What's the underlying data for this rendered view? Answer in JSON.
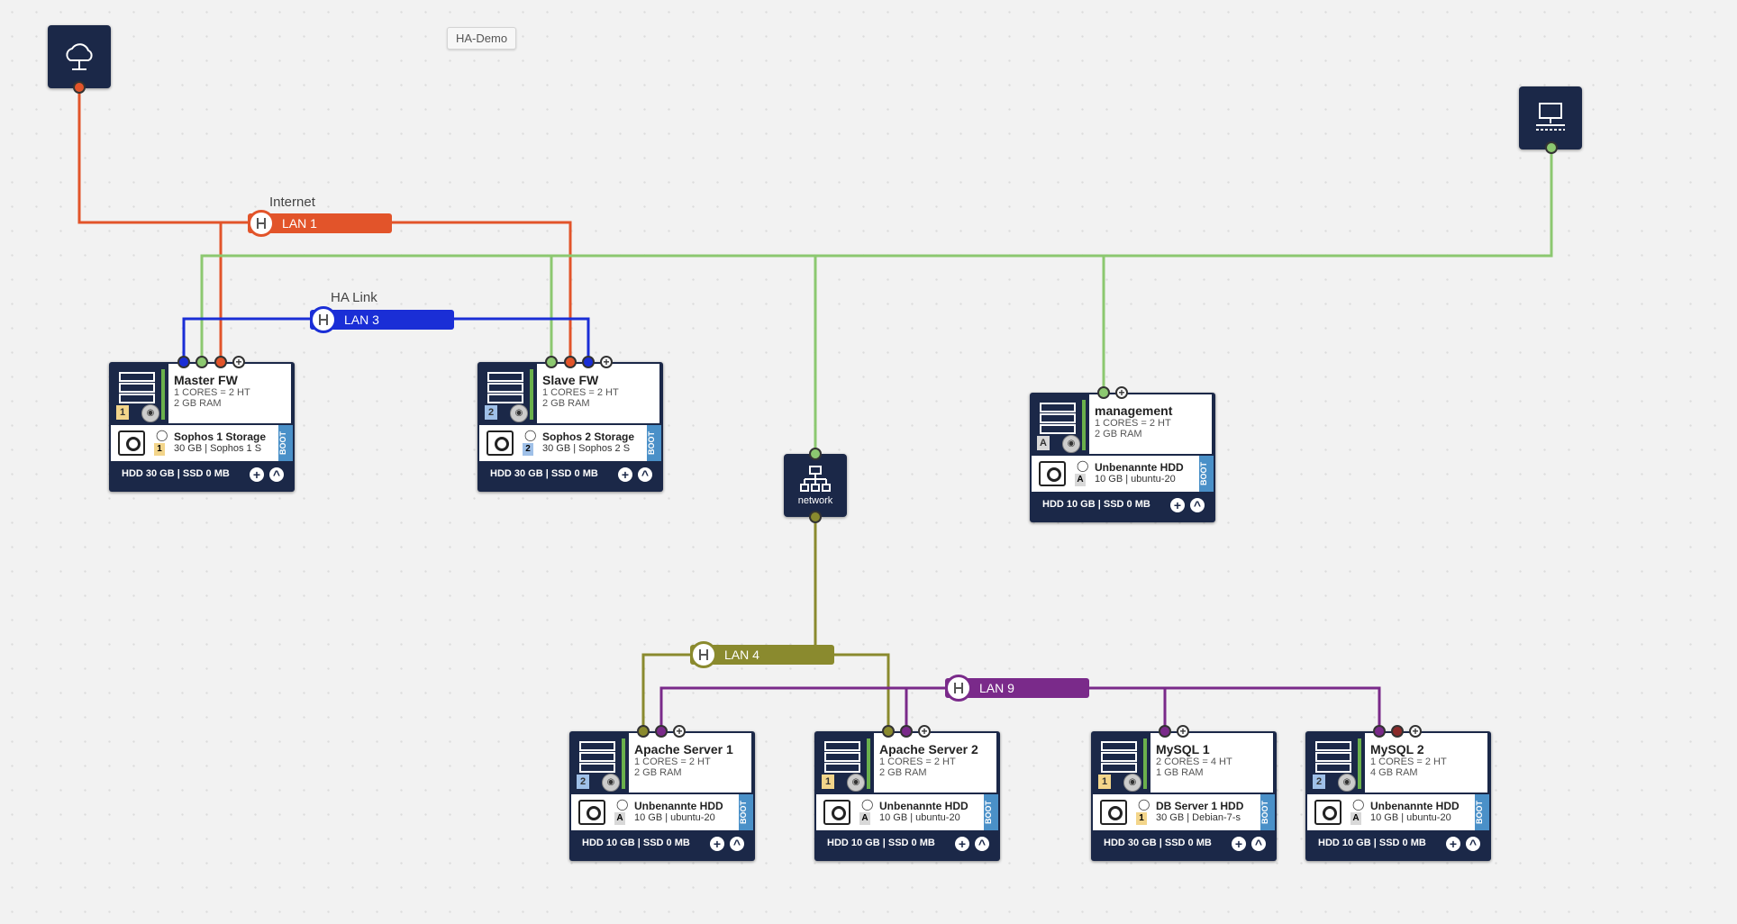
{
  "canvas": {
    "title": "HA-Demo"
  },
  "colors": {
    "lan1": "#e2542a",
    "lan3": "#1a2ed6",
    "lan4": "#8a8a2e",
    "lan9": "#7a2a8a",
    "green": "#8cc870",
    "tile_bg": "#1b2848",
    "boot": "#4a90c8"
  },
  "devices": {
    "internet": {
      "icon": "cloud-icon"
    },
    "switch": {
      "icon": "switch-icon"
    },
    "network": {
      "icon": "network-icon",
      "label": "network"
    }
  },
  "lans": {
    "lan1": {
      "group_label": "Internet",
      "name": "LAN 1"
    },
    "lan3": {
      "group_label": "HA Link",
      "name": "LAN 3"
    },
    "lan4": {
      "name": "LAN 4"
    },
    "lan9": {
      "name": "LAN 9"
    }
  },
  "vms": {
    "master_fw": {
      "name": "Master FW",
      "cores": "1 CORES = 2 HT",
      "ram": "2 GB RAM",
      "badge": "1",
      "disk_name": "Sophos 1 Storage",
      "disk_detail": "30 GB | Sophos 1 S",
      "disk_badge": "1",
      "footer": "HDD 30 GB | SSD 0 MB",
      "boot": "BOOT"
    },
    "slave_fw": {
      "name": "Slave FW",
      "cores": "1 CORES = 2 HT",
      "ram": "2 GB RAM",
      "badge": "2",
      "disk_name": "Sophos 2 Storage",
      "disk_detail": "30 GB | Sophos 2 S",
      "disk_badge": "2",
      "footer": "HDD 30 GB | SSD 0 MB",
      "boot": "BOOT"
    },
    "management": {
      "name": "management",
      "cores": "1 CORES = 2 HT",
      "ram": "2 GB RAM",
      "badge": "A",
      "disk_name": "Unbenannte HDD",
      "disk_detail": "10 GB | ubuntu-20",
      "disk_badge": "A",
      "footer": "HDD 10 GB | SSD 0 MB",
      "boot": "BOOT"
    },
    "apache1": {
      "name": "Apache Server 1",
      "cores": "1 CORES = 2 HT",
      "ram": "2 GB RAM",
      "badge": "2",
      "disk_name": "Unbenannte HDD",
      "disk_detail": "10 GB | ubuntu-20",
      "disk_badge": "A",
      "footer": "HDD 10 GB | SSD 0 MB",
      "boot": "BOOT"
    },
    "apache2": {
      "name": "Apache Server 2",
      "cores": "1 CORES = 2 HT",
      "ram": "2 GB RAM",
      "badge": "1",
      "disk_name": "Unbenannte HDD",
      "disk_detail": "10 GB | ubuntu-20",
      "disk_badge": "A",
      "footer": "HDD 10 GB | SSD 0 MB",
      "boot": "BOOT"
    },
    "mysql1": {
      "name": "MySQL 1",
      "cores": "2 CORES = 4 HT",
      "ram": "1 GB RAM",
      "badge": "1",
      "disk_name": "DB Server 1 HDD",
      "disk_detail": "30 GB | Debian-7-s",
      "disk_badge": "1",
      "footer": "HDD 30 GB | SSD 0 MB",
      "boot": "BOOT"
    },
    "mysql2": {
      "name": "MySQL 2",
      "cores": "1 CORES = 2 HT",
      "ram": "4 GB RAM",
      "badge": "2",
      "disk_name": "Unbenannte HDD",
      "disk_detail": "10 GB | ubuntu-20",
      "disk_badge": "A",
      "footer": "HDD 10 GB | SSD 0 MB",
      "boot": "BOOT"
    }
  }
}
